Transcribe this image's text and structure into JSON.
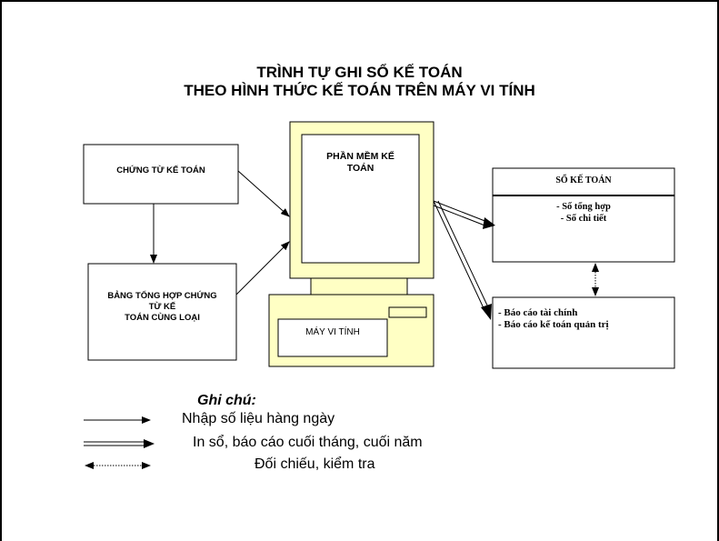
{
  "title": {
    "line1": "TRÌNH TỰ GHI SỔ KẾ TOÁN",
    "line2": "THEO HÌNH THỨC KẾ TOÁN TRÊN MÁY VI TÍNH"
  },
  "nodes": {
    "chung_tu": "CHỨNG TỪ KẾ TOÁN",
    "bang_tong_hop": [
      "BẢNG TỔNG HỢP CHỨNG",
      "TỪ KẾ",
      "TOÁN CÙNG LOẠI"
    ],
    "phan_mem": [
      "PHẦN MỀM KẾ",
      "TOÁN"
    ],
    "may_vi_tinh": "MÁY VI TÍNH",
    "so_ke_toan": {
      "header": "SỔ KẾ TOÁN",
      "items": [
        "- Sổ tổng hợp",
        "- Sổ chi tiết"
      ]
    },
    "bao_cao": [
      "- Báo cáo tài chính",
      "- Báo cáo kế toán quản trị"
    ]
  },
  "legend": {
    "heading": "Ghi chú:",
    "items": [
      "Nhập số liệu  hàng ngày",
      "In sổ, báo cáo cuối tháng, cuối năm",
      "Đối chiếu, kiểm tra"
    ]
  }
}
